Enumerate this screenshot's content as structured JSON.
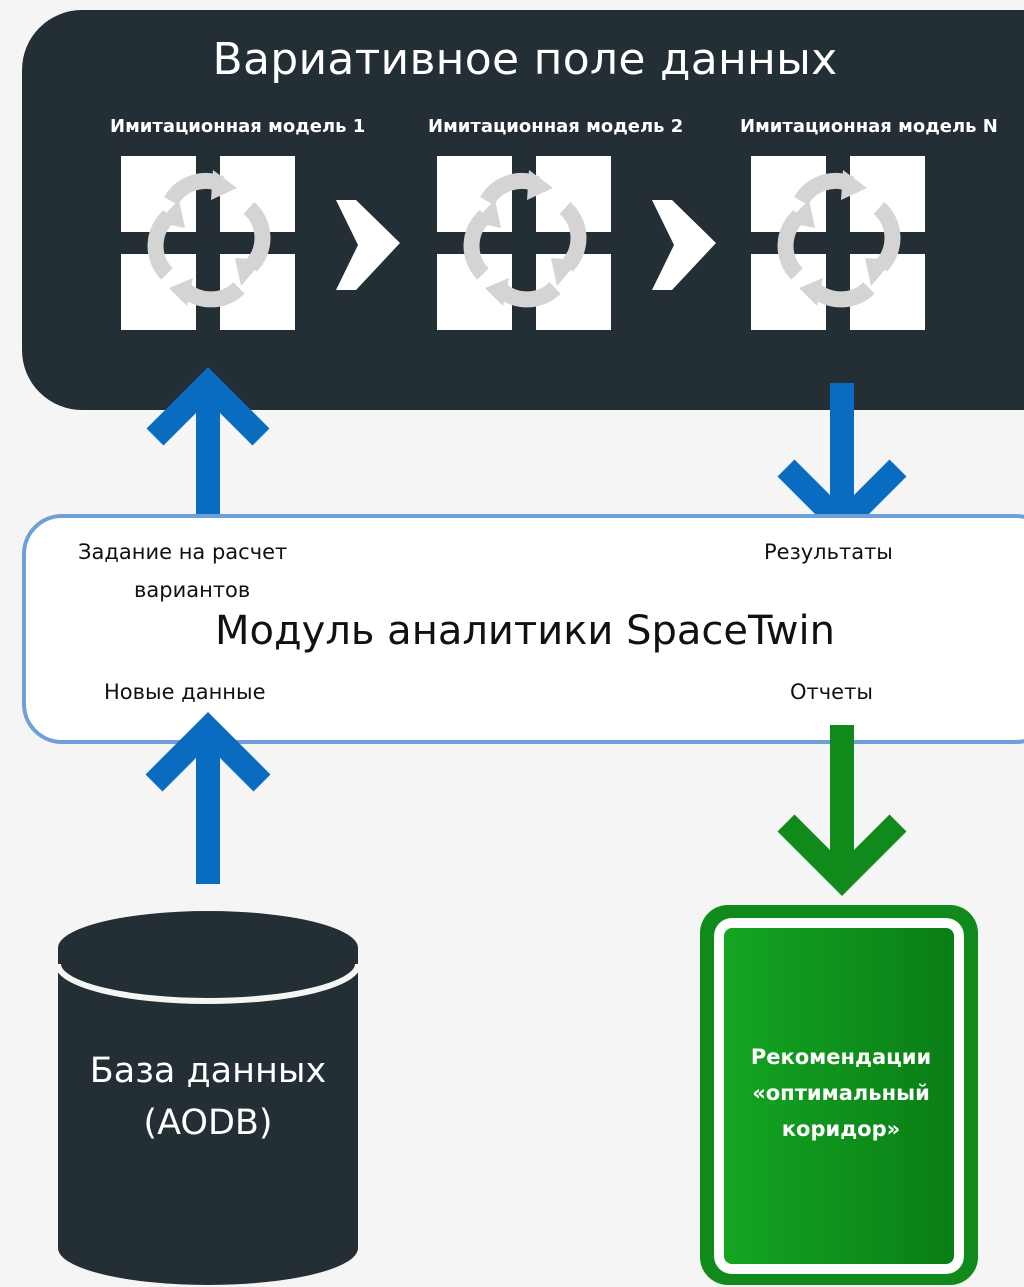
{
  "panel": {
    "title": "Вариативное поле данных",
    "models": [
      {
        "label": "Имитационная модель 1"
      },
      {
        "label": "Имитационная модель 2"
      },
      {
        "label": "Имитационная модель N"
      }
    ]
  },
  "module": {
    "title": "Модуль аналитики SpaceTwin",
    "task_label_line1": "Задание на расчет",
    "task_label_line2": "вариантов",
    "results_label": "Результаты",
    "new_data_label": "Новые данные",
    "reports_label": "Отчеты"
  },
  "database": {
    "line1": "База данных",
    "line2": "(AODB)"
  },
  "recommendations": {
    "line1": "Рекомендации",
    "line2": "«оптимальный",
    "line3": "коридор»"
  },
  "colors": {
    "dark_panel": "#242e35",
    "blue_arrow": "#0a6cc0",
    "module_border": "#6f9fd8",
    "green": "#118a1c",
    "icon_white": "#ffffff",
    "icon_grey": "#d4d4d4"
  }
}
